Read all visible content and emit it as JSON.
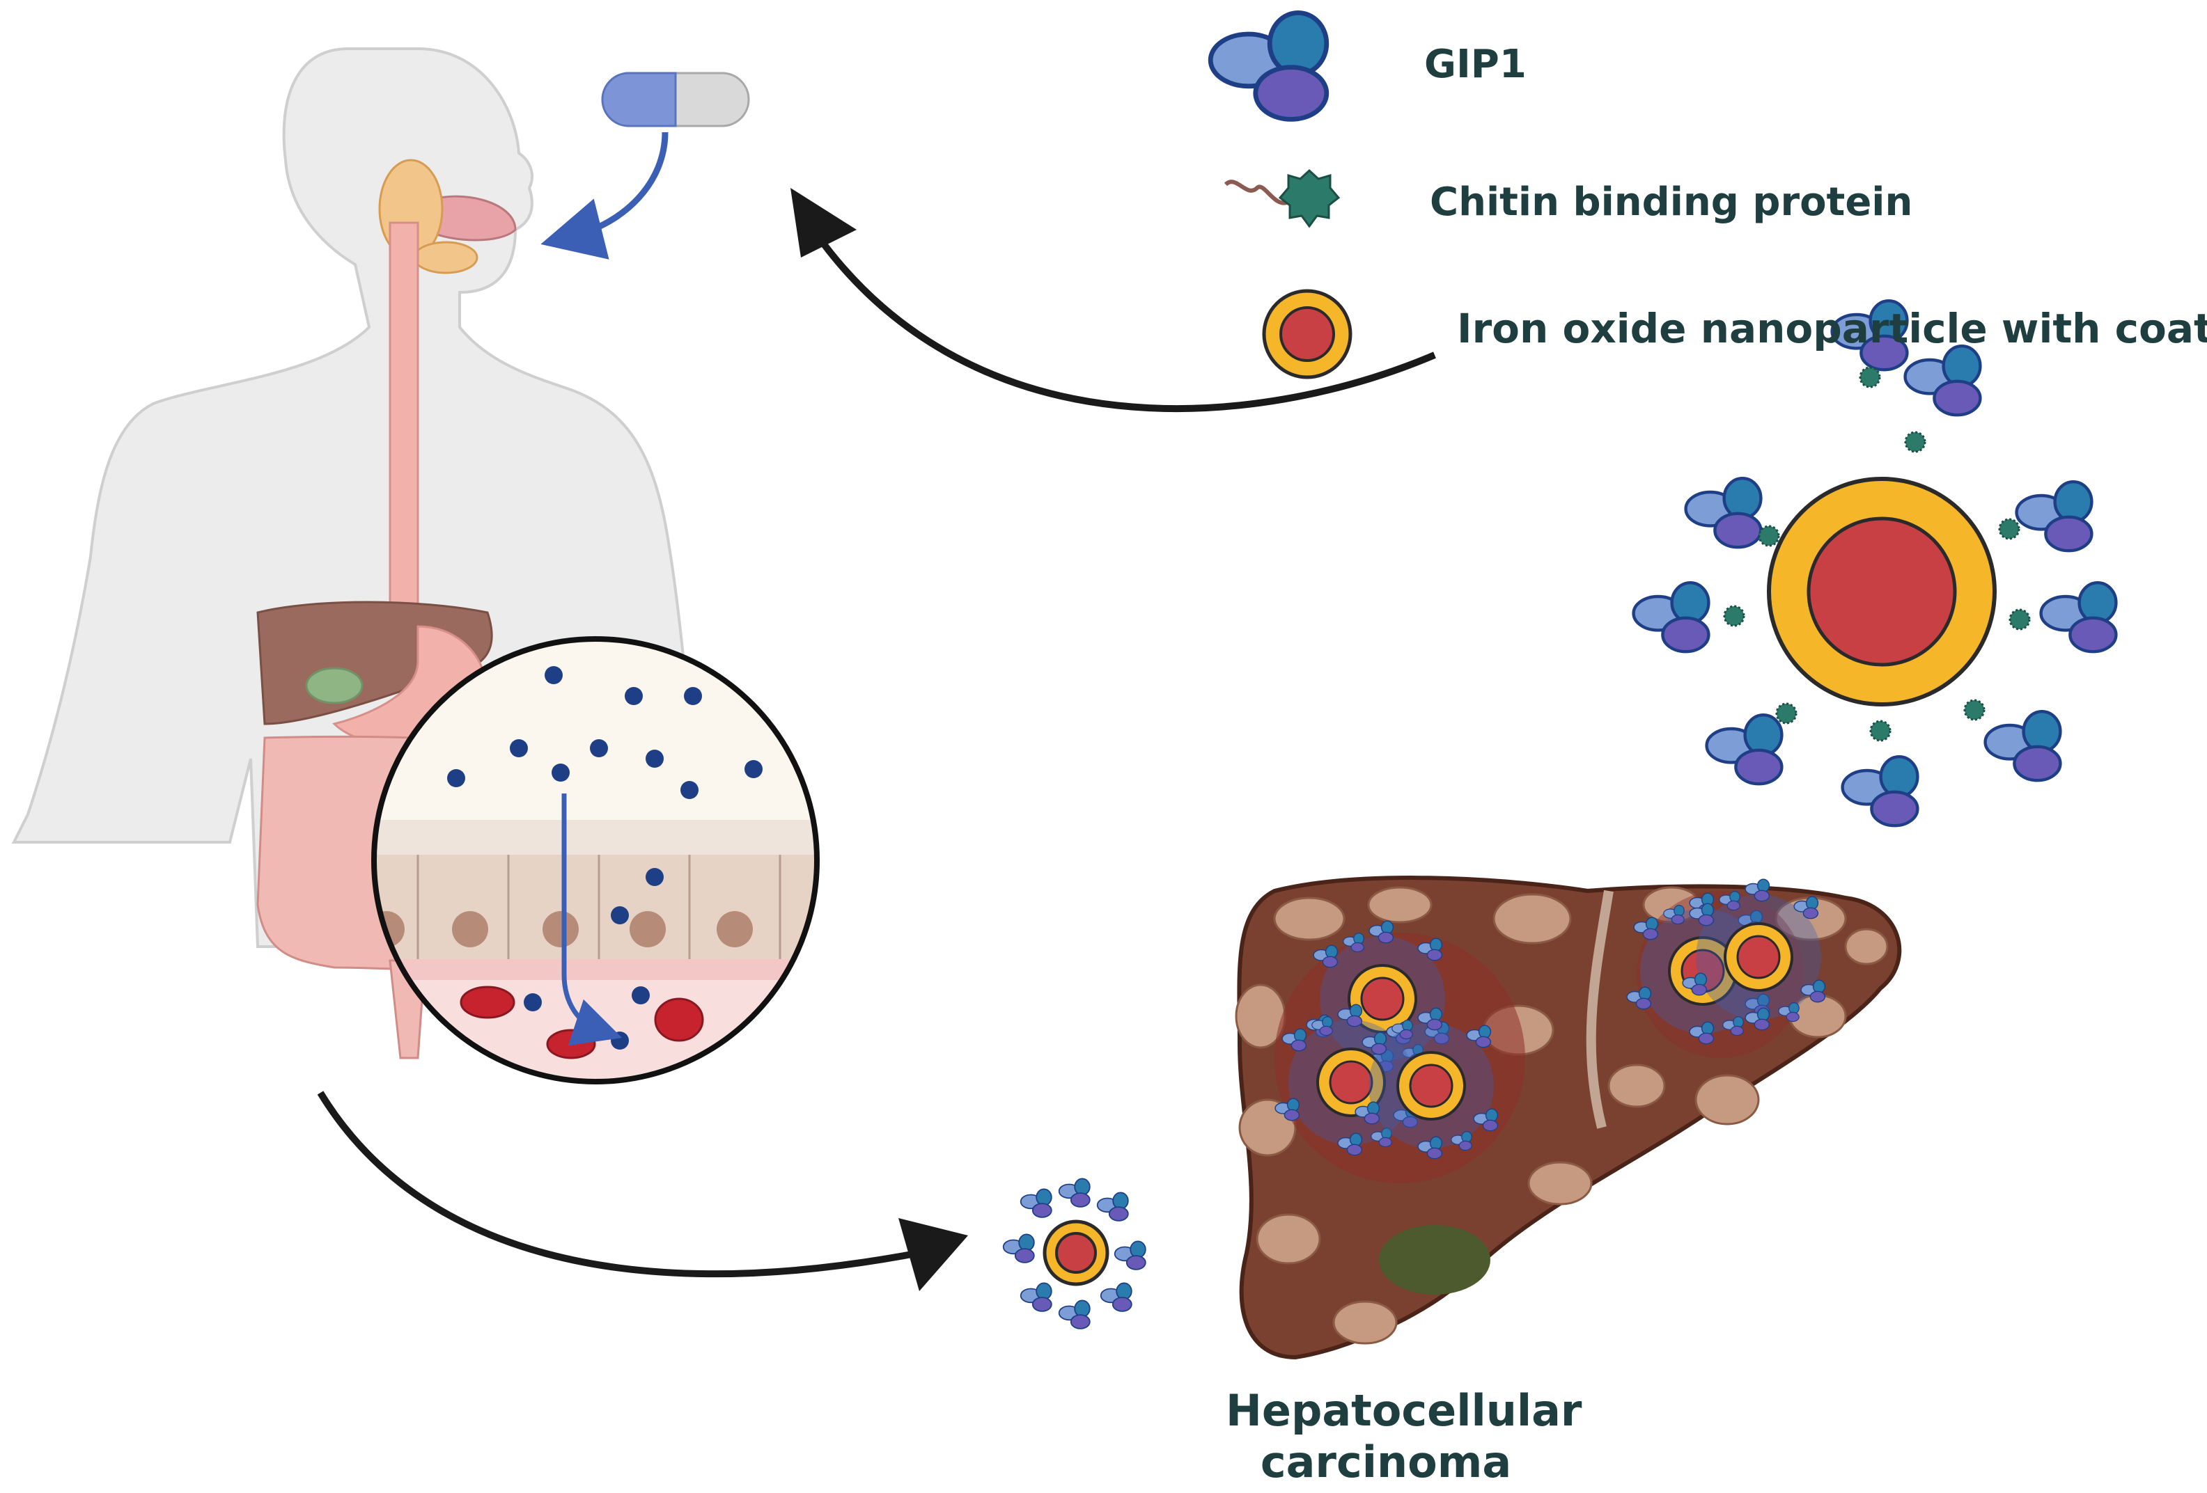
{
  "legend": {
    "gip1": "GIP1",
    "chitin_binding_protein": "Chitin binding protein",
    "iron_oxide_nanoparticle": "Iron oxide nanoparticle with coating"
  },
  "target_label": {
    "line1": "Hepatocellular",
    "line2": "carcinoma"
  },
  "colors": {
    "gip1_light": "#7d9dd6",
    "gip1_dark": "#2a7cae",
    "gip1_purple": "#6a5ab8",
    "chitin": "#2b7a6a",
    "coating": "#f5b62a",
    "core": "#c94044",
    "liver": "#7a4030",
    "body": "#ececec",
    "arrow": "#1a1a1a",
    "text": "#1f3e3f"
  }
}
